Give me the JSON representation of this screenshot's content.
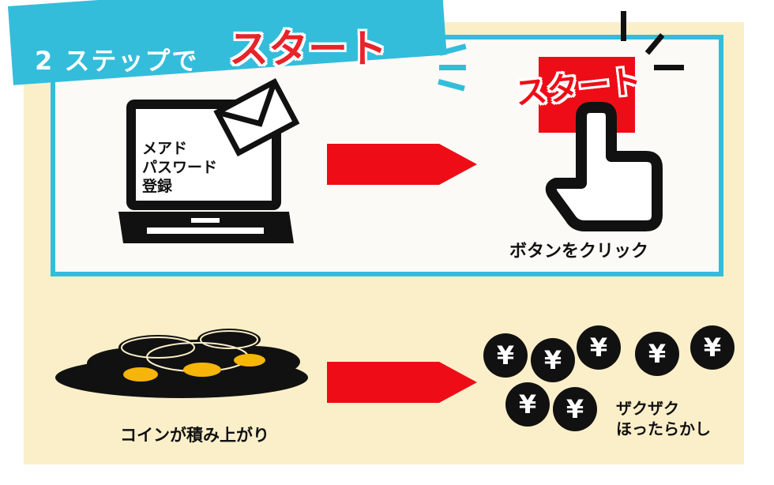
{
  "banner": {
    "prefix": "2 ステップで",
    "accent": "スタート"
  },
  "step1": {
    "lines": [
      "メアド",
      "パスワード",
      "登録"
    ]
  },
  "step2": {
    "button_text": "スタート",
    "label": "ボタンをクリック"
  },
  "coins": {
    "label": "コインが積み上がり"
  },
  "yen": {
    "symbol": "¥",
    "lines": [
      "ザクザク",
      "ほったらかし"
    ]
  },
  "colors": {
    "accent_red": "#ee0d17",
    "banner_blue": "#33bddb",
    "bg_cream": "#fbefc9",
    "coin_gold": "#f5b50a"
  }
}
